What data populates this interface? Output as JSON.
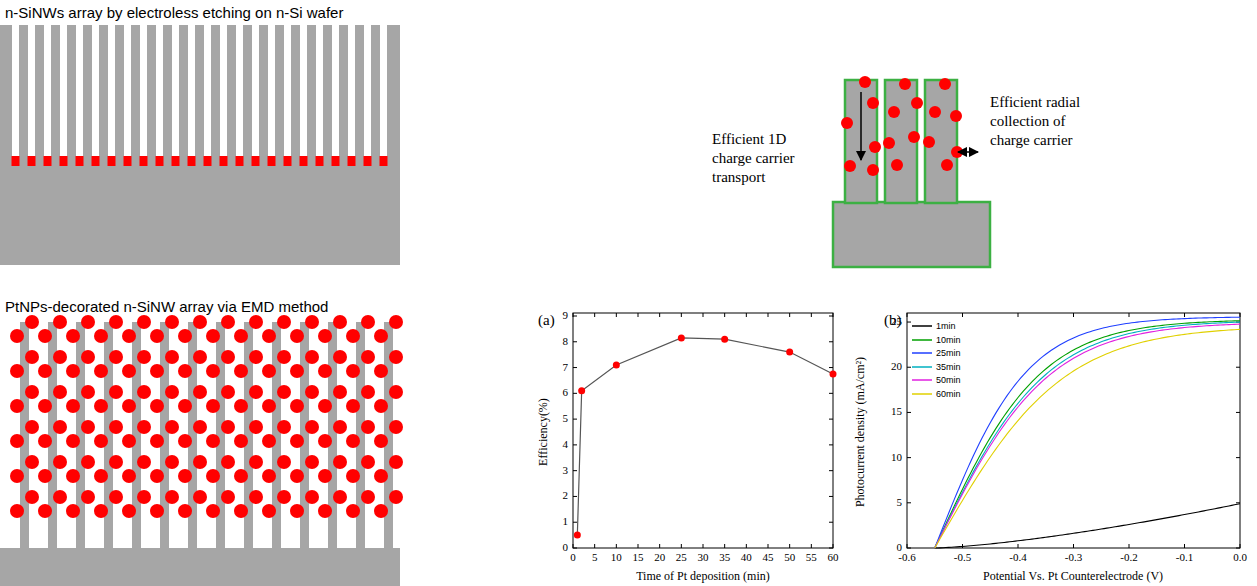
{
  "diagram": {
    "labels": [
      "n-SiNWs array by electroless etching on n-Si wafer",
      "Efficient 1D charge carrier transport",
      "Efficient radial collection of charge carrier",
      "PtNPs-decorated n-SiNW array via EMD method",
      "(a)",
      "9",
      "8",
      "7",
      "6",
      "5",
      "4",
      "3",
      "2",
      "1",
      "0",
      "0",
      "5",
      "10",
      "15",
      "20",
      "25",
      "30",
      "35",
      "40",
      "45",
      "50",
      "55",
      "60",
      "Efficiency(%)",
      "Time of Pt deposition (min)",
      "(b)",
      "25",
      "20",
      "15",
      "10",
      "5",
      "0",
      "Photocurrent density (mA/cm²)",
      "-0.6",
      "-0.5",
      "-0.4",
      "-0.3",
      "-0.2",
      "-0.1",
      "0.0",
      "Potential Vs. Pt Counterelectrode (V)"
    ],
    "legend": [
      {
        "text": "1min"
      },
      {
        "text": "10min"
      },
      {
        "text": "25min"
      },
      {
        "text": "35min"
      },
      {
        "text": "50min"
      },
      {
        "text": "60min"
      }
    ]
  }
}
